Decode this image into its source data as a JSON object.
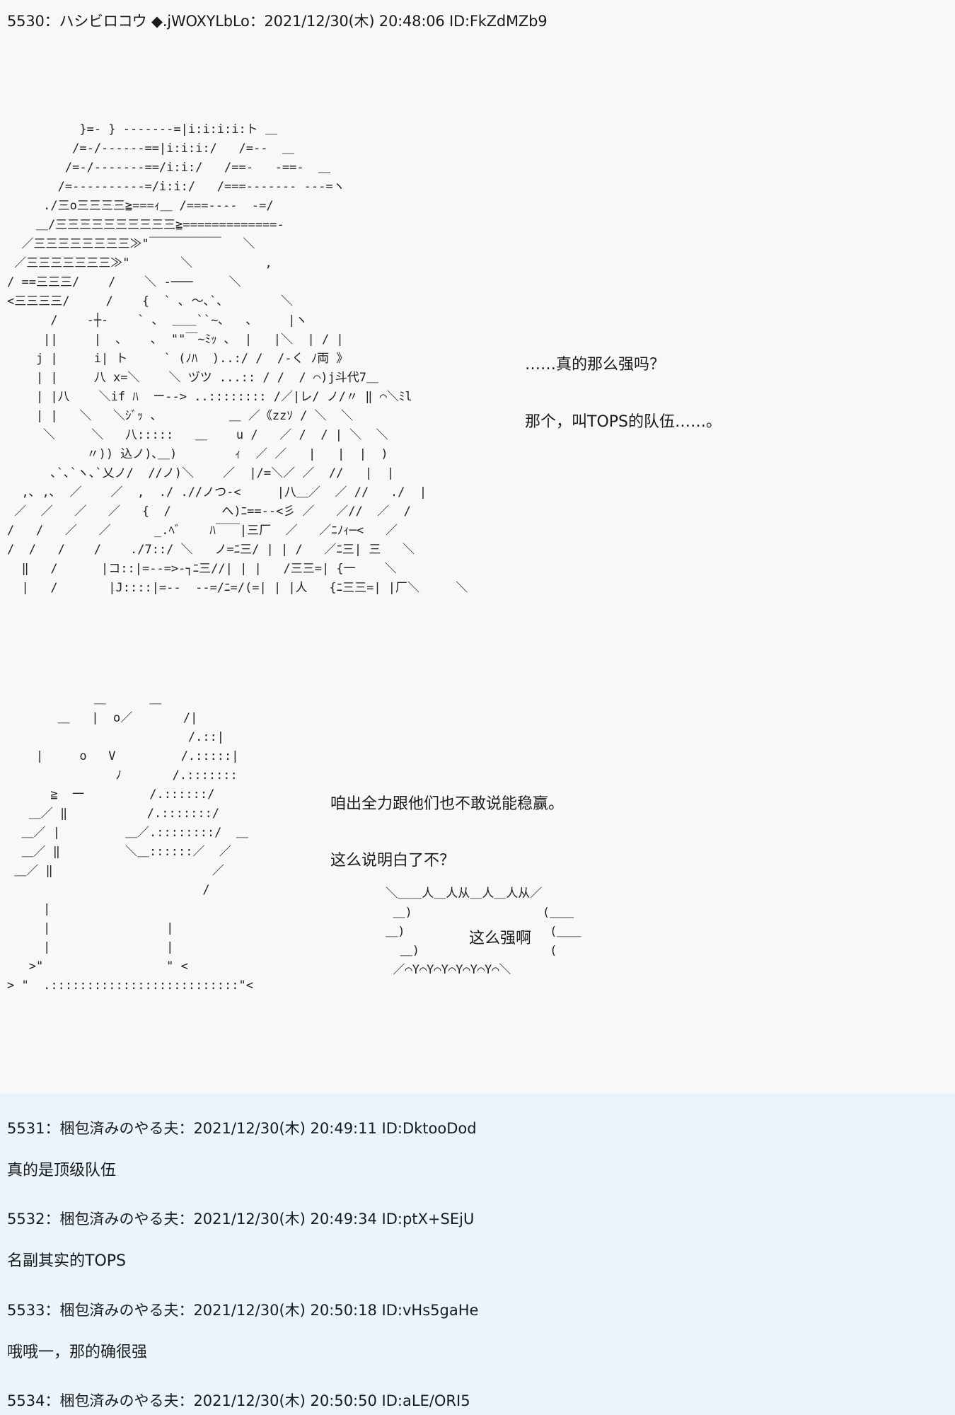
{
  "post": {
    "header": "5530：ハシビロコウ ◆.jWOXYLbLo：2021/12/30(木) 20:48:06 ID:FkZdMZb9",
    "aa_main": "          }=- } -------=|i:i:i:i:ト ＿\n         /=-/------==|i:i:i:/   /=--  ＿\n        /=-/-------==/i:i:/   /==-   -==-  ＿\n       /=----------=/i:i:/   /===------- ---=ヽ\n     ./三o三三三三≧===ｨ＿ /===----  -=/\n    ＿/三三三三三三三三三三≧=============-\n  ／三三三三三三三三≫\"￣￣￣￣￣￣   ＼\n ／三三三三三三三≫\"       ＼          ,\n/ ==三三三/    /    ＼ -───     ＼\n<三三三三/     /    {  ` ､ ～､`､        ＼\n      /    -┼-    ` ､  ＿＿``~､   ､     |ヽ\n     ||     |  ､    ､  \"\"￣~ﾐｯ ､  |   |＼  | / |\n    j |     i| ト     ` (ﾉﾊ  )..:/ /  /-く ﾉ両 》\n    | |     八 x=＼    ＼ ヅツ ...:: / /  / ⌒)j斗代7＿\n    | |八    ＼if ﾊ  ー--> ..:::::::: /／|レ/ ノ/〃 ‖ ⌒＼ﾐl\n    | |   ＼   ＼ｼﾞｯ ､          ＿ ／《zzｿ / ＼  ＼\n     ＼     ＼   八:::::   ＿    u /   ／ /  / | ＼  ＼\n           〃)) 込ノ)､＿)        ｨ  ／ ／   |   |  |  )\n      ､`､`ヽ､`乂ノ/  //ノ)＼    ／  |/=＼／ ／  //   |  |\n  ,､ ,､  ／    ／  ,  ./ .//ノつ-<     |八＿／  ／ //   ./  |\n ／  ／   ／   ／   {  /       へ)ﾆ==--<彡 ／   ／//  ／  /\n/   /   ／   ／      _.ﾍﾞ    ﾊ￣￣|三厂  ／   ／ﾆﾉｨ─<   ／\n/  /   /    /    ./7::/ ＼   ノ=ﾆ三/ | | /   ／ﾆ三| 三   ＼\n  ‖   /      |コ::|=--=>-┐ﾆ三//| | |   /三三=| {一    ＼\n  |   /       |J::::|=--  --=/ﾆ=/(=| | |人   {ﾆ三三=| |厂＼     ＼",
    "dialogue_1": "……真的那么强吗？",
    "dialogue_2": "那个，叫TOPS的队伍……。",
    "aa_small": "            ＿      ＿\n       ＿   |  o／       /|\n                         /.::|\n    |     o   V         /.:::::|\n               ﾉ       /.:::::::\n      ≧  一         /.::::::/\n   ＿／ ‖           /.:::::::/\n  ＿／ |         ＿／.::::::::/  ＿\n  ＿／ ‖         ＼＿::::::／  ／\n ＿／ ‖                      ／\n                           /\n     |                 \n     |                |\n     |                |\n   >\"                 \" <\n> \"  .::::::::::::::::::::::::::\"<",
    "dialogue_3": "咱出全力跟他们也不敢说能稳赢。",
    "dialogue_4": "这么说明白了不？",
    "bubble_art": " ＼＿＿人＿人从＿人＿人从／\n  ＿)                  (＿＿\n ＿)                    (＿＿\n   ＿)                  (\n  ／⌒Y⌒Y⌒Y⌒Y⌒Y⌒Y⌒＼",
    "bubble_text": "这么强啊"
  },
  "replies": [
    {
      "header": "5531：梱包済みのやる夫：2021/12/30(木) 20:49:11 ID:DktooDod",
      "body": "真的是顶级队伍"
    },
    {
      "header": "5532：梱包済みのやる夫：2021/12/30(木) 20:49:34 ID:ptX+SEjU",
      "body": "名副其实的TOPS"
    },
    {
      "header": "5533：梱包済みのやる夫：2021/12/30(木) 20:50:18 ID:vHs5gaHe",
      "body": "哦哦一，那的确很强"
    },
    {
      "header": "5534：梱包済みのやる夫：2021/12/30(木) 20:50:50 ID:aLE/ORI5",
      "body": ""
    }
  ],
  "colors": {
    "post_bg": "#f8f8f8",
    "reply_bg": "#e9f4fc",
    "text": "#1a1a1a"
  }
}
